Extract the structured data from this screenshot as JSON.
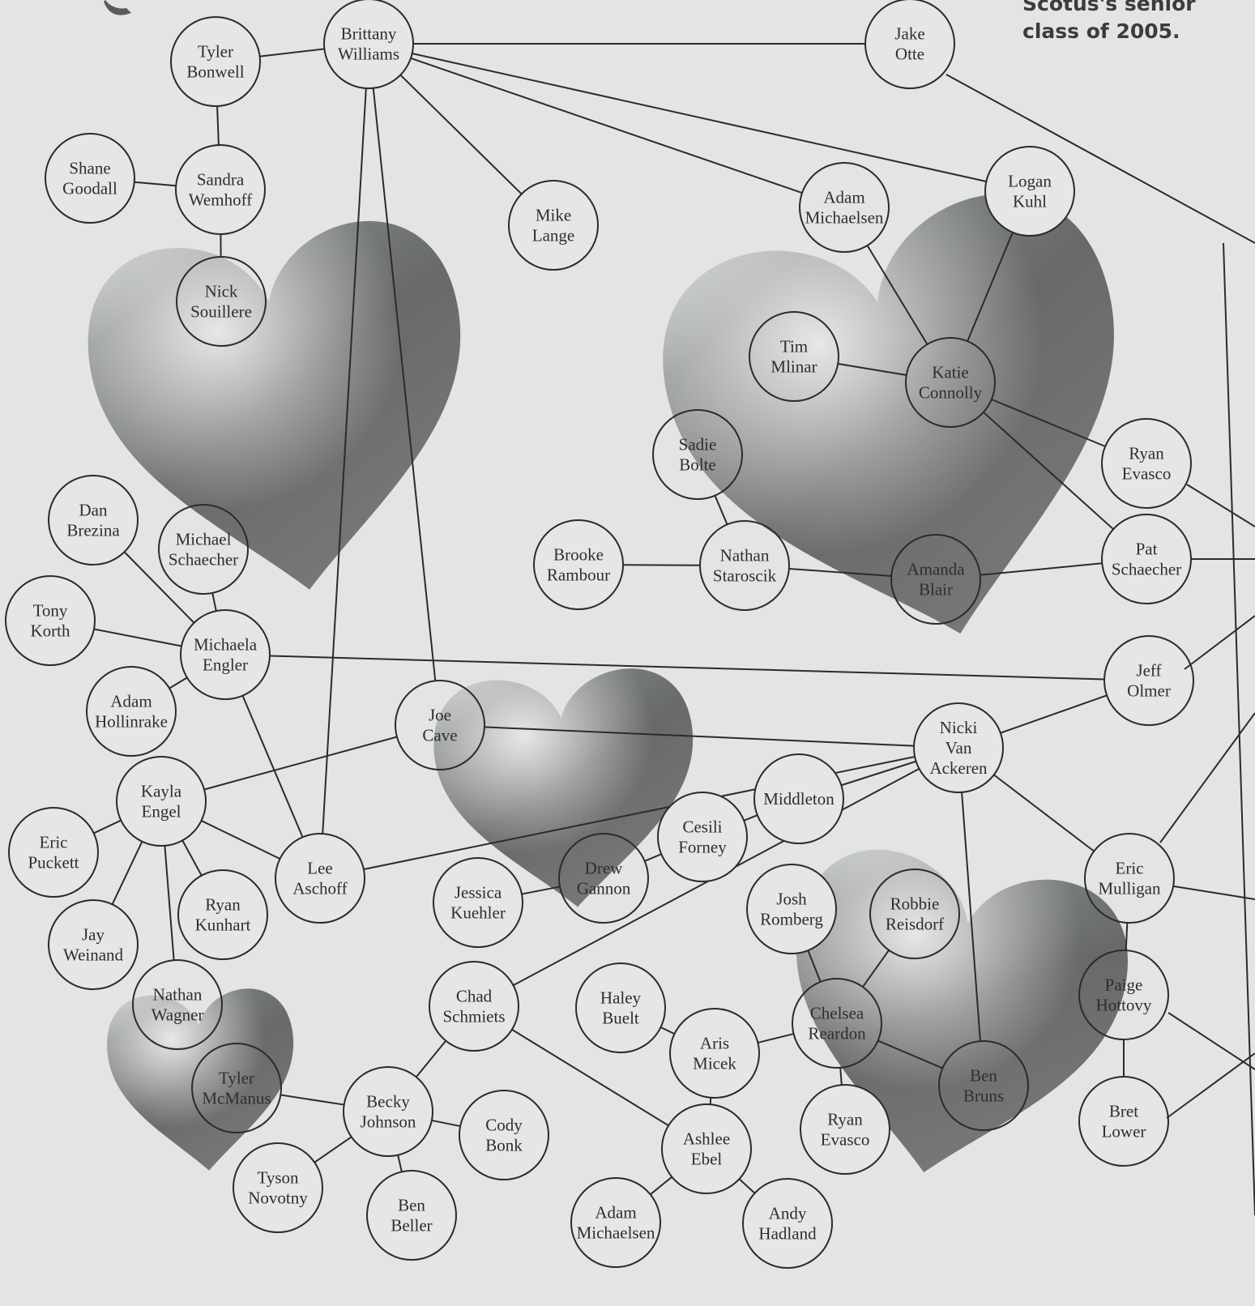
{
  "caption": {
    "line1": "Scotus's senior",
    "line2": "class of 2005."
  },
  "colors": {
    "background": "#e2e5e4",
    "node_fill": "#e4e7e6",
    "stroke": "#2b2b2b",
    "heart_light": "#e6e8e8",
    "heart_dark": "#5f6161"
  },
  "nodes": [
    {
      "id": "tyler_bonwell",
      "label": [
        "Tyler",
        "Bonwell"
      ]
    },
    {
      "id": "brittany_williams",
      "label": [
        "Brittany",
        "Williams"
      ]
    },
    {
      "id": "jake_otte",
      "label": [
        "Jake",
        "Otte"
      ]
    },
    {
      "id": "shane_goodall",
      "label": [
        "Shane",
        "Goodall"
      ]
    },
    {
      "id": "sandra_wemhoff",
      "label": [
        "Sandra",
        "Wemhoff"
      ]
    },
    {
      "id": "mike_lange",
      "label": [
        "Mike",
        "Lange"
      ]
    },
    {
      "id": "adam_michaelsen_1",
      "label": [
        "Adam",
        "Michaelsen"
      ]
    },
    {
      "id": "logan_kuhl",
      "label": [
        "Logan",
        "Kuhl"
      ]
    },
    {
      "id": "nick_souillere",
      "label": [
        "Nick",
        "Souillere"
      ]
    },
    {
      "id": "tim_mlinar",
      "label": [
        "Tim",
        "Mlinar"
      ]
    },
    {
      "id": "katie_connolly",
      "label": [
        "Katie",
        "Connolly"
      ]
    },
    {
      "id": "sadie_bolte",
      "label": [
        "Sadie",
        "Bolte"
      ]
    },
    {
      "id": "ryan_evasco_1",
      "label": [
        "Ryan",
        "Evasco"
      ]
    },
    {
      "id": "dan_brezina",
      "label": [
        "Dan",
        "Brezina"
      ]
    },
    {
      "id": "michael_schaecher",
      "label": [
        "Michael",
        "Schaecher"
      ]
    },
    {
      "id": "brooke_rambour",
      "label": [
        "Brooke",
        "Rambour"
      ]
    },
    {
      "id": "nathan_staroscik",
      "label": [
        "Nathan",
        "Staroscik"
      ]
    },
    {
      "id": "amanda_blair",
      "label": [
        "Amanda",
        "Blair"
      ]
    },
    {
      "id": "pat_schaecher",
      "label": [
        "Pat",
        "Schaecher"
      ]
    },
    {
      "id": "tony_korth",
      "label": [
        "Tony",
        "Korth"
      ]
    },
    {
      "id": "michaela_engler",
      "label": [
        "Michaela",
        "Engler"
      ]
    },
    {
      "id": "jeff_olmer",
      "label": [
        "Jeff",
        "Olmer"
      ]
    },
    {
      "id": "adam_hollinrake",
      "label": [
        "Adam",
        "Hollinrake"
      ]
    },
    {
      "id": "joe_cave",
      "label": [
        "Joe",
        "Cave"
      ]
    },
    {
      "id": "nicki_van_ackeren",
      "label": [
        "Nicki",
        "Van",
        "Ackeren"
      ]
    },
    {
      "id": "kayla_engel",
      "label": [
        "Kayla",
        "Engel"
      ]
    },
    {
      "id": "middleton",
      "label": [
        "Middleton"
      ]
    },
    {
      "id": "cesili_forney",
      "label": [
        "Cesili",
        "Forney"
      ]
    },
    {
      "id": "eric_puckett",
      "label": [
        "Eric",
        "Puckett"
      ]
    },
    {
      "id": "lee_aschoff",
      "label": [
        "Lee",
        "Aschoff"
      ]
    },
    {
      "id": "drew_gannon",
      "label": [
        "Drew",
        "Gannon"
      ]
    },
    {
      "id": "eric_mulligan",
      "label": [
        "Eric",
        "Mulligan"
      ]
    },
    {
      "id": "ryan_kunhart",
      "label": [
        "Ryan",
        "Kunhart"
      ]
    },
    {
      "id": "jessica_kuehler",
      "label": [
        "Jessica",
        "Kuehler"
      ]
    },
    {
      "id": "josh_romberg",
      "label": [
        "Josh",
        "Romberg"
      ]
    },
    {
      "id": "robbie_reisdorf",
      "label": [
        "Robbie",
        "Reisdorf"
      ]
    },
    {
      "id": "jay_weinand",
      "label": [
        "Jay",
        "Weinand"
      ]
    },
    {
      "id": "nathan_wagner",
      "label": [
        "Nathan",
        "Wagner"
      ]
    },
    {
      "id": "chad_schmiets",
      "label": [
        "Chad",
        "Schmiets"
      ]
    },
    {
      "id": "haley_buelt",
      "label": [
        "Haley",
        "Buelt"
      ]
    },
    {
      "id": "chelsea_reardon",
      "label": [
        "Chelsea",
        "Reardon"
      ]
    },
    {
      "id": "paige_hottovy",
      "label": [
        "Paige",
        "Hottovy"
      ]
    },
    {
      "id": "aris_micek",
      "label": [
        "Aris",
        "Micek"
      ]
    },
    {
      "id": "tyler_mcmanus",
      "label": [
        "Tyler",
        "McManus"
      ]
    },
    {
      "id": "ben_bruns",
      "label": [
        "Ben",
        "Bruns"
      ]
    },
    {
      "id": "becky_johnson",
      "label": [
        "Becky",
        "Johnson"
      ]
    },
    {
      "id": "cody_bonk",
      "label": [
        "Cody",
        "Bonk"
      ]
    },
    {
      "id": "ryan_evasco_2",
      "label": [
        "Ryan",
        "Evasco"
      ]
    },
    {
      "id": "bret_lower",
      "label": [
        "Bret",
        "Lower"
      ]
    },
    {
      "id": "ashlee_ebel",
      "label": [
        "Ashlee",
        "Ebel"
      ]
    },
    {
      "id": "tyson_novotny",
      "label": [
        "Tyson",
        "Novotny"
      ]
    },
    {
      "id": "ben_beller",
      "label": [
        "Ben",
        "Beller"
      ]
    },
    {
      "id": "andy_hadland",
      "label": [
        "Andy",
        "Hadland"
      ]
    },
    {
      "id": "adam_michaelsen_2",
      "label": [
        "Adam",
        "Michaelsen"
      ]
    }
  ],
  "edges": [
    [
      "tyler_bonwell",
      "brittany_williams"
    ],
    [
      "tyler_bonwell",
      "sandra_wemhoff"
    ],
    [
      "shane_goodall",
      "sandra_wemhoff"
    ],
    [
      "sandra_wemhoff",
      "nick_souillere"
    ],
    [
      "brittany_williams",
      "jake_otte"
    ],
    [
      "brittany_williams",
      "mike_lange"
    ],
    [
      "brittany_williams",
      "adam_michaelsen_1"
    ],
    [
      "brittany_williams",
      "logan_kuhl"
    ],
    [
      "brittany_williams",
      "lee_aschoff"
    ],
    [
      "brittany_williams",
      "joe_cave"
    ],
    [
      "adam_michaelsen_1",
      "katie_connolly"
    ],
    [
      "logan_kuhl",
      "katie_connolly"
    ],
    [
      "tim_mlinar",
      "katie_connolly"
    ],
    [
      "katie_connolly",
      "ryan_evasco_1"
    ],
    [
      "katie_connolly",
      "pat_schaecher"
    ],
    [
      "sadie_bolte",
      "nathan_staroscik"
    ],
    [
      "brooke_rambour",
      "nathan_staroscik"
    ],
    [
      "nathan_staroscik",
      "amanda_blair"
    ],
    [
      "amanda_blair",
      "pat_schaecher"
    ],
    [
      "dan_brezina",
      "michaela_engler"
    ],
    [
      "michael_schaecher",
      "michaela_engler"
    ],
    [
      "tony_korth",
      "michaela_engler"
    ],
    [
      "adam_hollinrake",
      "michaela_engler"
    ],
    [
      "michaela_engler",
      "jeff_olmer"
    ],
    [
      "michaela_engler",
      "lee_aschoff"
    ],
    [
      "joe_cave",
      "nicki_van_ackeren"
    ],
    [
      "joe_cave",
      "kayla_engel"
    ],
    [
      "lee_aschoff",
      "nicki_van_ackeren"
    ],
    [
      "jeff_olmer",
      "nicki_van_ackeren"
    ],
    [
      "middleton",
      "nicki_van_ackeren"
    ],
    [
      "middleton",
      "cesili_forney"
    ],
    [
      "cesili_forney",
      "drew_gannon"
    ],
    [
      "jessica_kuehler",
      "drew_gannon"
    ],
    [
      "nicki_van_ackeren",
      "eric_mulligan"
    ],
    [
      "nicki_van_ackeren",
      "ben_bruns"
    ],
    [
      "nicki_van_ackeren",
      "chad_schmiets"
    ],
    [
      "kayla_engel",
      "eric_puckett"
    ],
    [
      "kayla_engel",
      "lee_aschoff"
    ],
    [
      "kayla_engel",
      "ryan_kunhart"
    ],
    [
      "kayla_engel",
      "jay_weinand"
    ],
    [
      "kayla_engel",
      "nathan_wagner"
    ],
    [
      "josh_romberg",
      "chelsea_reardon"
    ],
    [
      "robbie_reisdorf",
      "chelsea_reardon"
    ],
    [
      "chelsea_reardon",
      "ben_bruns"
    ],
    [
      "chelsea_reardon",
      "ryan_evasco_2"
    ],
    [
      "chelsea_reardon",
      "aris_micek"
    ],
    [
      "haley_buelt",
      "aris_micek"
    ],
    [
      "aris_micek",
      "ashlee_ebel"
    ],
    [
      "chad_schmiets",
      "becky_johnson"
    ],
    [
      "chad_schmiets",
      "ashlee_ebel"
    ],
    [
      "tyler_mcmanus",
      "becky_johnson"
    ],
    [
      "becky_johnson",
      "cody_bonk"
    ],
    [
      "becky_johnson",
      "tyson_novotny"
    ],
    [
      "becky_johnson",
      "ben_beller"
    ],
    [
      "ashlee_ebel",
      "andy_hadland"
    ],
    [
      "ashlee_ebel",
      "adam_michaelsen_2"
    ],
    [
      "eric_mulligan",
      "paige_hottovy"
    ],
    [
      "paige_hottovy",
      "bret_lower"
    ]
  ]
}
